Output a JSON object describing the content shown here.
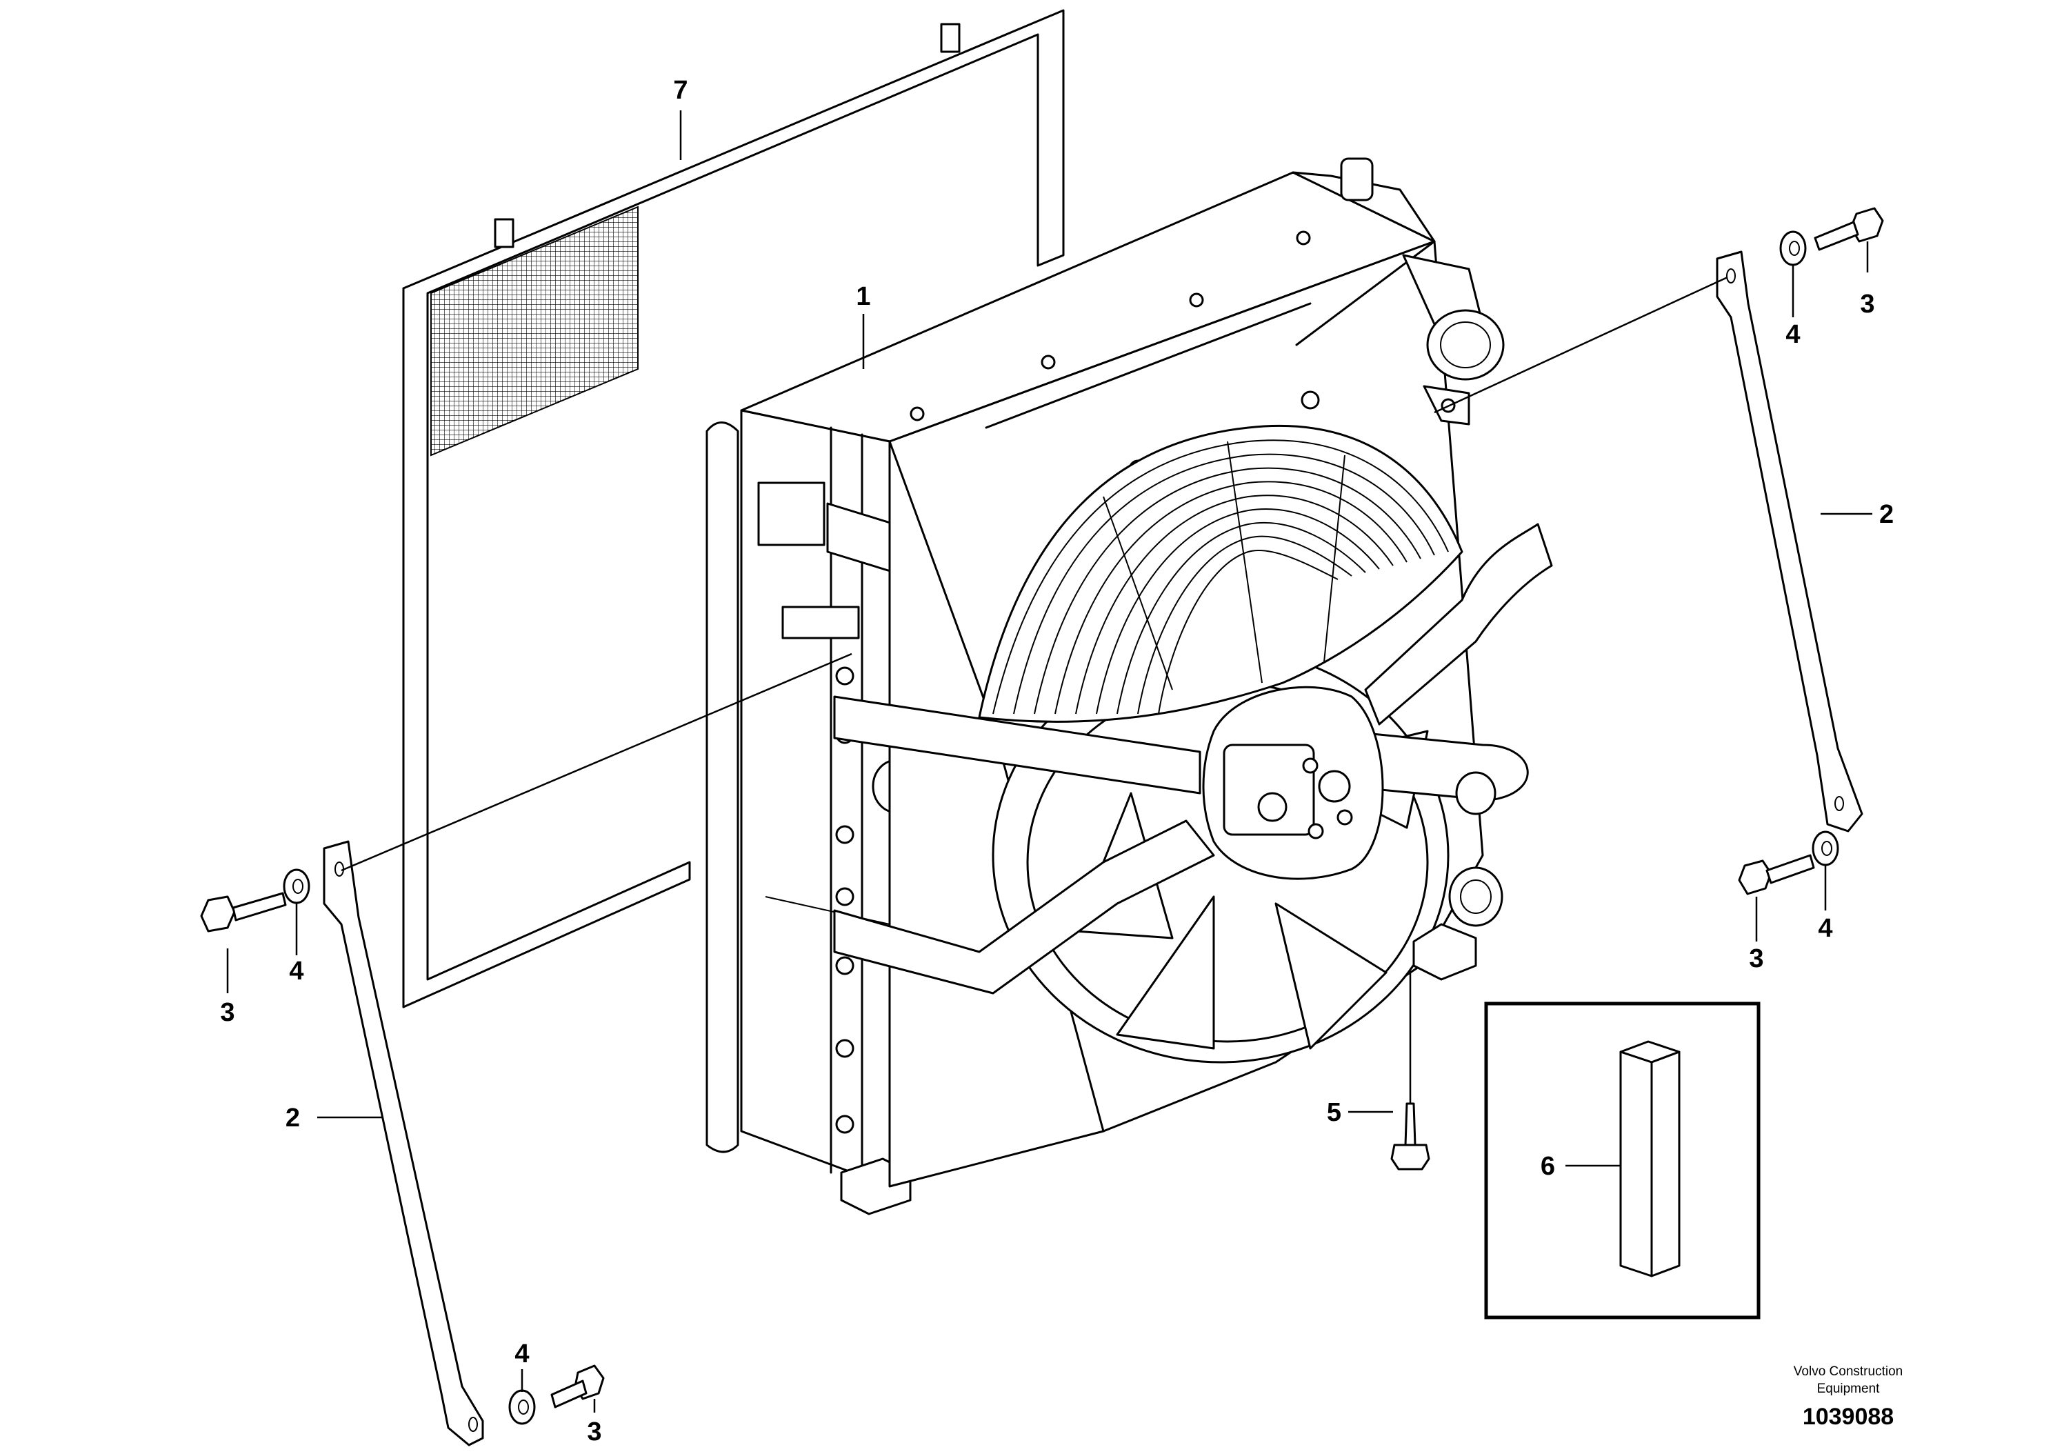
{
  "callouts": {
    "radiator": "1",
    "stay_left": "2",
    "stay_right": "2",
    "screw_left": "3",
    "screw_bottom": "3",
    "screw_right_top": "3",
    "screw_right_bottom": "3",
    "washer_left": "4",
    "washer_bottom": "4",
    "washer_right_top": "4",
    "washer_right_bottom": "4",
    "flange_screw": "5",
    "sealing_strip": "6",
    "screen": "7"
  },
  "credit": {
    "line1": "Volvo Construction",
    "line2": "Equipment",
    "doc_number": "1039088"
  }
}
